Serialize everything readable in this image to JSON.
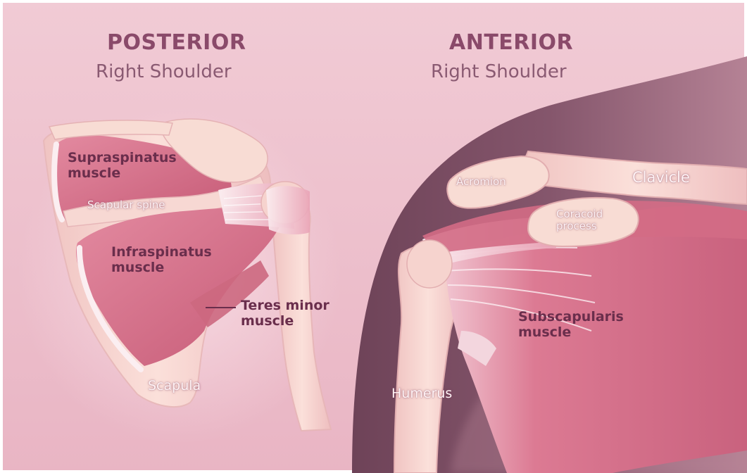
{
  "posterior": {
    "heading": "POSTERIOR",
    "subheading": "Right Shoulder",
    "labels": {
      "supraspinatus": [
        "Supraspinatus",
        "muscle"
      ],
      "scapular_spine": "Scapular spine",
      "infraspinatus": [
        "Infraspinatus",
        "muscle"
      ],
      "teres_minor": [
        "Teres minor",
        "muscle"
      ],
      "scapula": "Scapula"
    }
  },
  "anterior": {
    "heading": "ANTERIOR",
    "subheading": "Right Shoulder",
    "labels": {
      "acromion": "Acromion",
      "clavicle": "Clavicle",
      "coracoid": [
        "Coracoid",
        "process"
      ],
      "subscapularis": [
        "Subscapularis",
        "muscle"
      ],
      "humerus": "Humerus"
    }
  },
  "colors": {
    "background": "#efc3cf",
    "bone": "#f6d2cf",
    "muscle": "#d56e86",
    "tendon": "#f8e4ea",
    "body_silhouette": "#7e5066",
    "heading": "#8a4a6a",
    "label_dark": "#6a2e4c"
  }
}
